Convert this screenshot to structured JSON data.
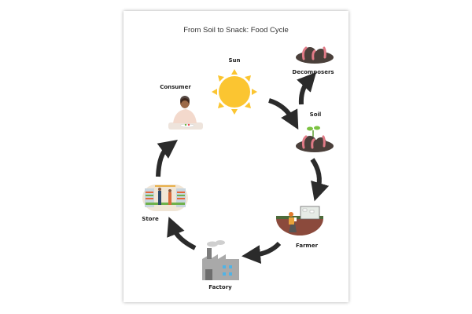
{
  "title": "From Soil to Snack: Food Cycle",
  "nodes": {
    "sun": "Sun",
    "decomposers": "Decomposers",
    "consumer": "Consumer",
    "soil": "Soil",
    "store": "Store",
    "farmer": "Farmer",
    "factory": "Factory"
  },
  "colors": {
    "sun": "#FBC531",
    "arrow": "#2b2b2b",
    "soil": "#4a3f3a",
    "worm": "#e07a86",
    "factory": "#a9a9a9",
    "window": "#4fb3e6"
  }
}
